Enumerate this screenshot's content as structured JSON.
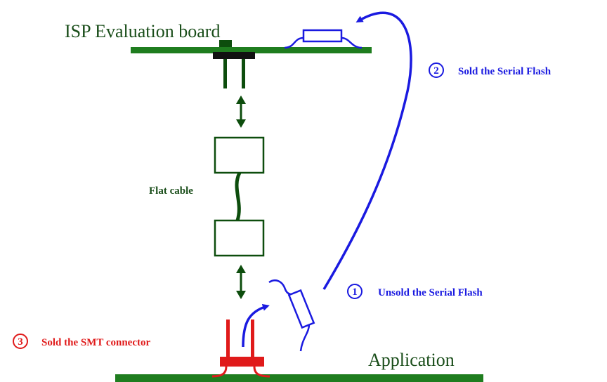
{
  "colors": {
    "board_green": "#1f7d1f",
    "dark_green": "#0d4d0d",
    "text_green": "#194d19",
    "blue": "#1a1ae0",
    "red": "#e01a1a",
    "connector_black": "#111111"
  },
  "labels": {
    "isp_board": "ISP Evaluation board",
    "application": "Application",
    "flat_cable": "Flat cable"
  },
  "steps": [
    {
      "number": "1",
      "text": "Unsold the Serial Flash",
      "color": "blue"
    },
    {
      "number": "2",
      "text": "Sold the Serial Flash",
      "color": "blue"
    },
    {
      "number": "3",
      "text": "Sold the SMT connector",
      "color": "red"
    }
  ],
  "icons": {
    "serial_flash_chip": "serial-flash-chip-icon",
    "connector": "connector-icon"
  }
}
